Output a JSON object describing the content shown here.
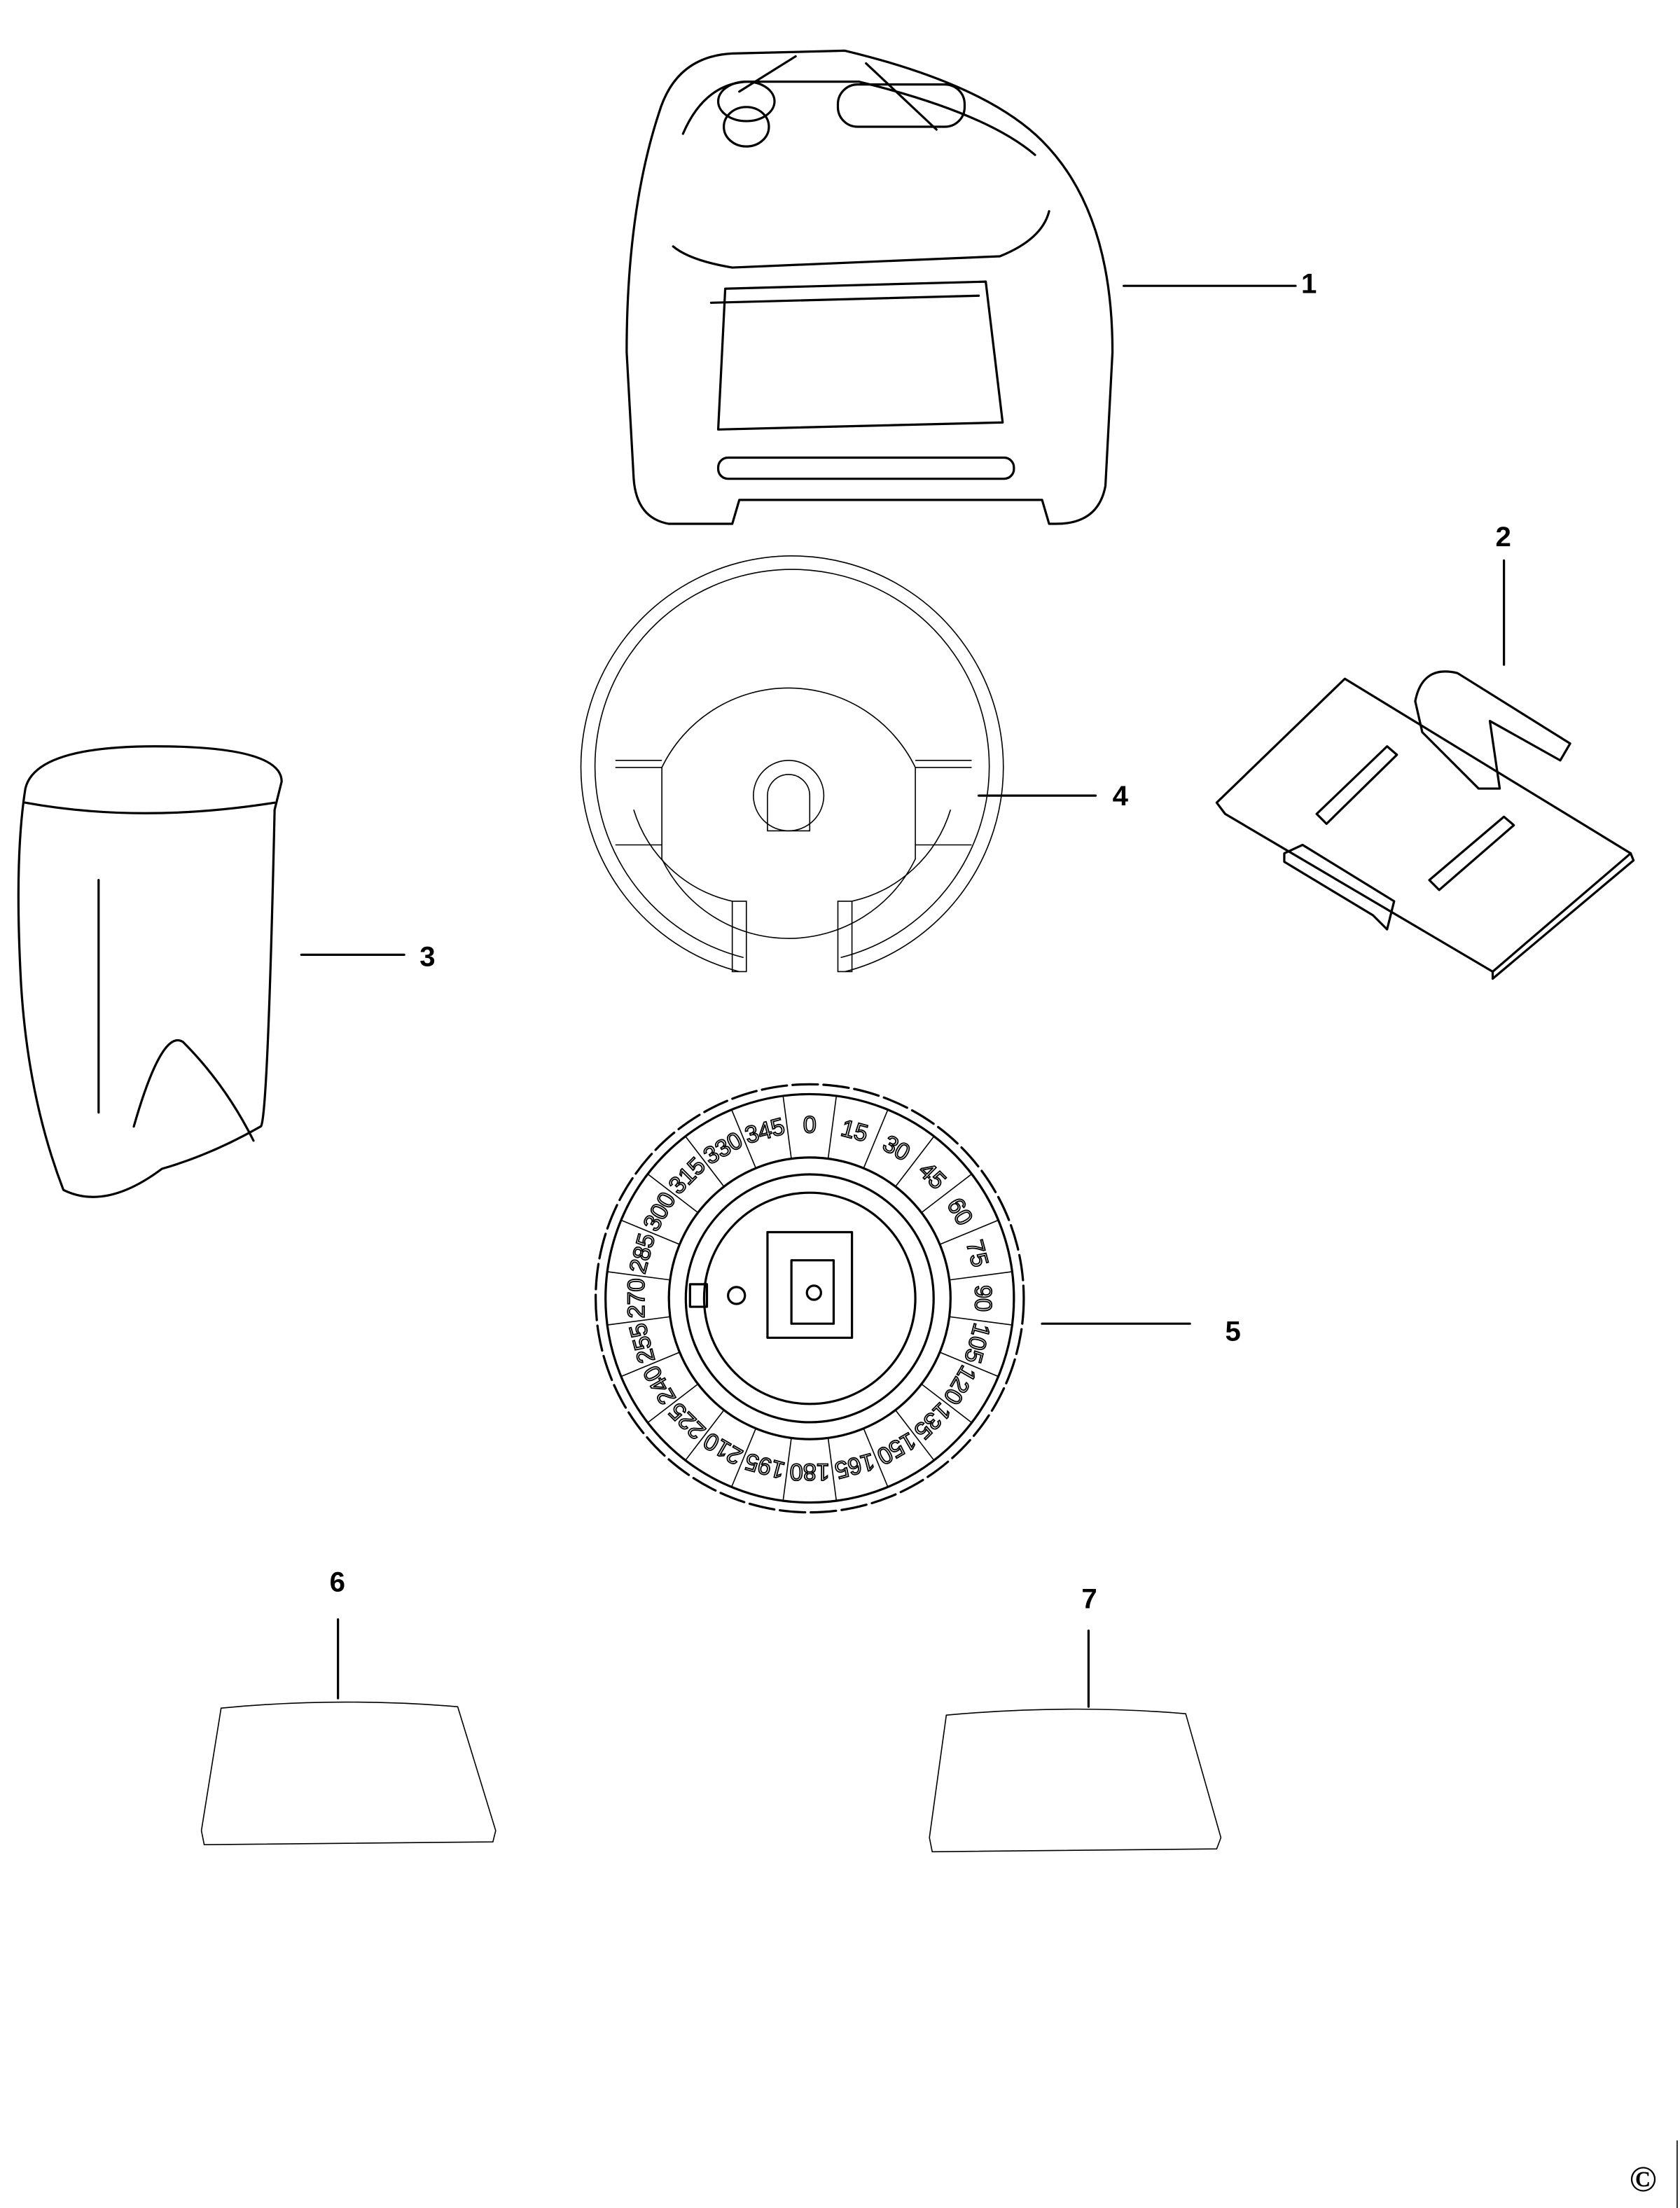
{
  "parts": [
    {
      "number": "1",
      "name": "housing"
    },
    {
      "number": "2",
      "name": "clip"
    },
    {
      "number": "3",
      "name": "pouch"
    },
    {
      "number": "4",
      "name": "base-ring"
    },
    {
      "number": "5",
      "name": "rotary-dial"
    },
    {
      "number": "6",
      "name": "window-lens"
    },
    {
      "number": "7",
      "name": "window-lens"
    }
  ],
  "dial_labels": [
    "0",
    "15",
    "30",
    "45",
    "60",
    "75",
    "90",
    "105",
    "120",
    "135",
    "150",
    "165",
    "180",
    "195",
    "210",
    "225",
    "240",
    "255",
    "270",
    "285",
    "300",
    "315",
    "330",
    "345"
  ],
  "copyright": "©"
}
